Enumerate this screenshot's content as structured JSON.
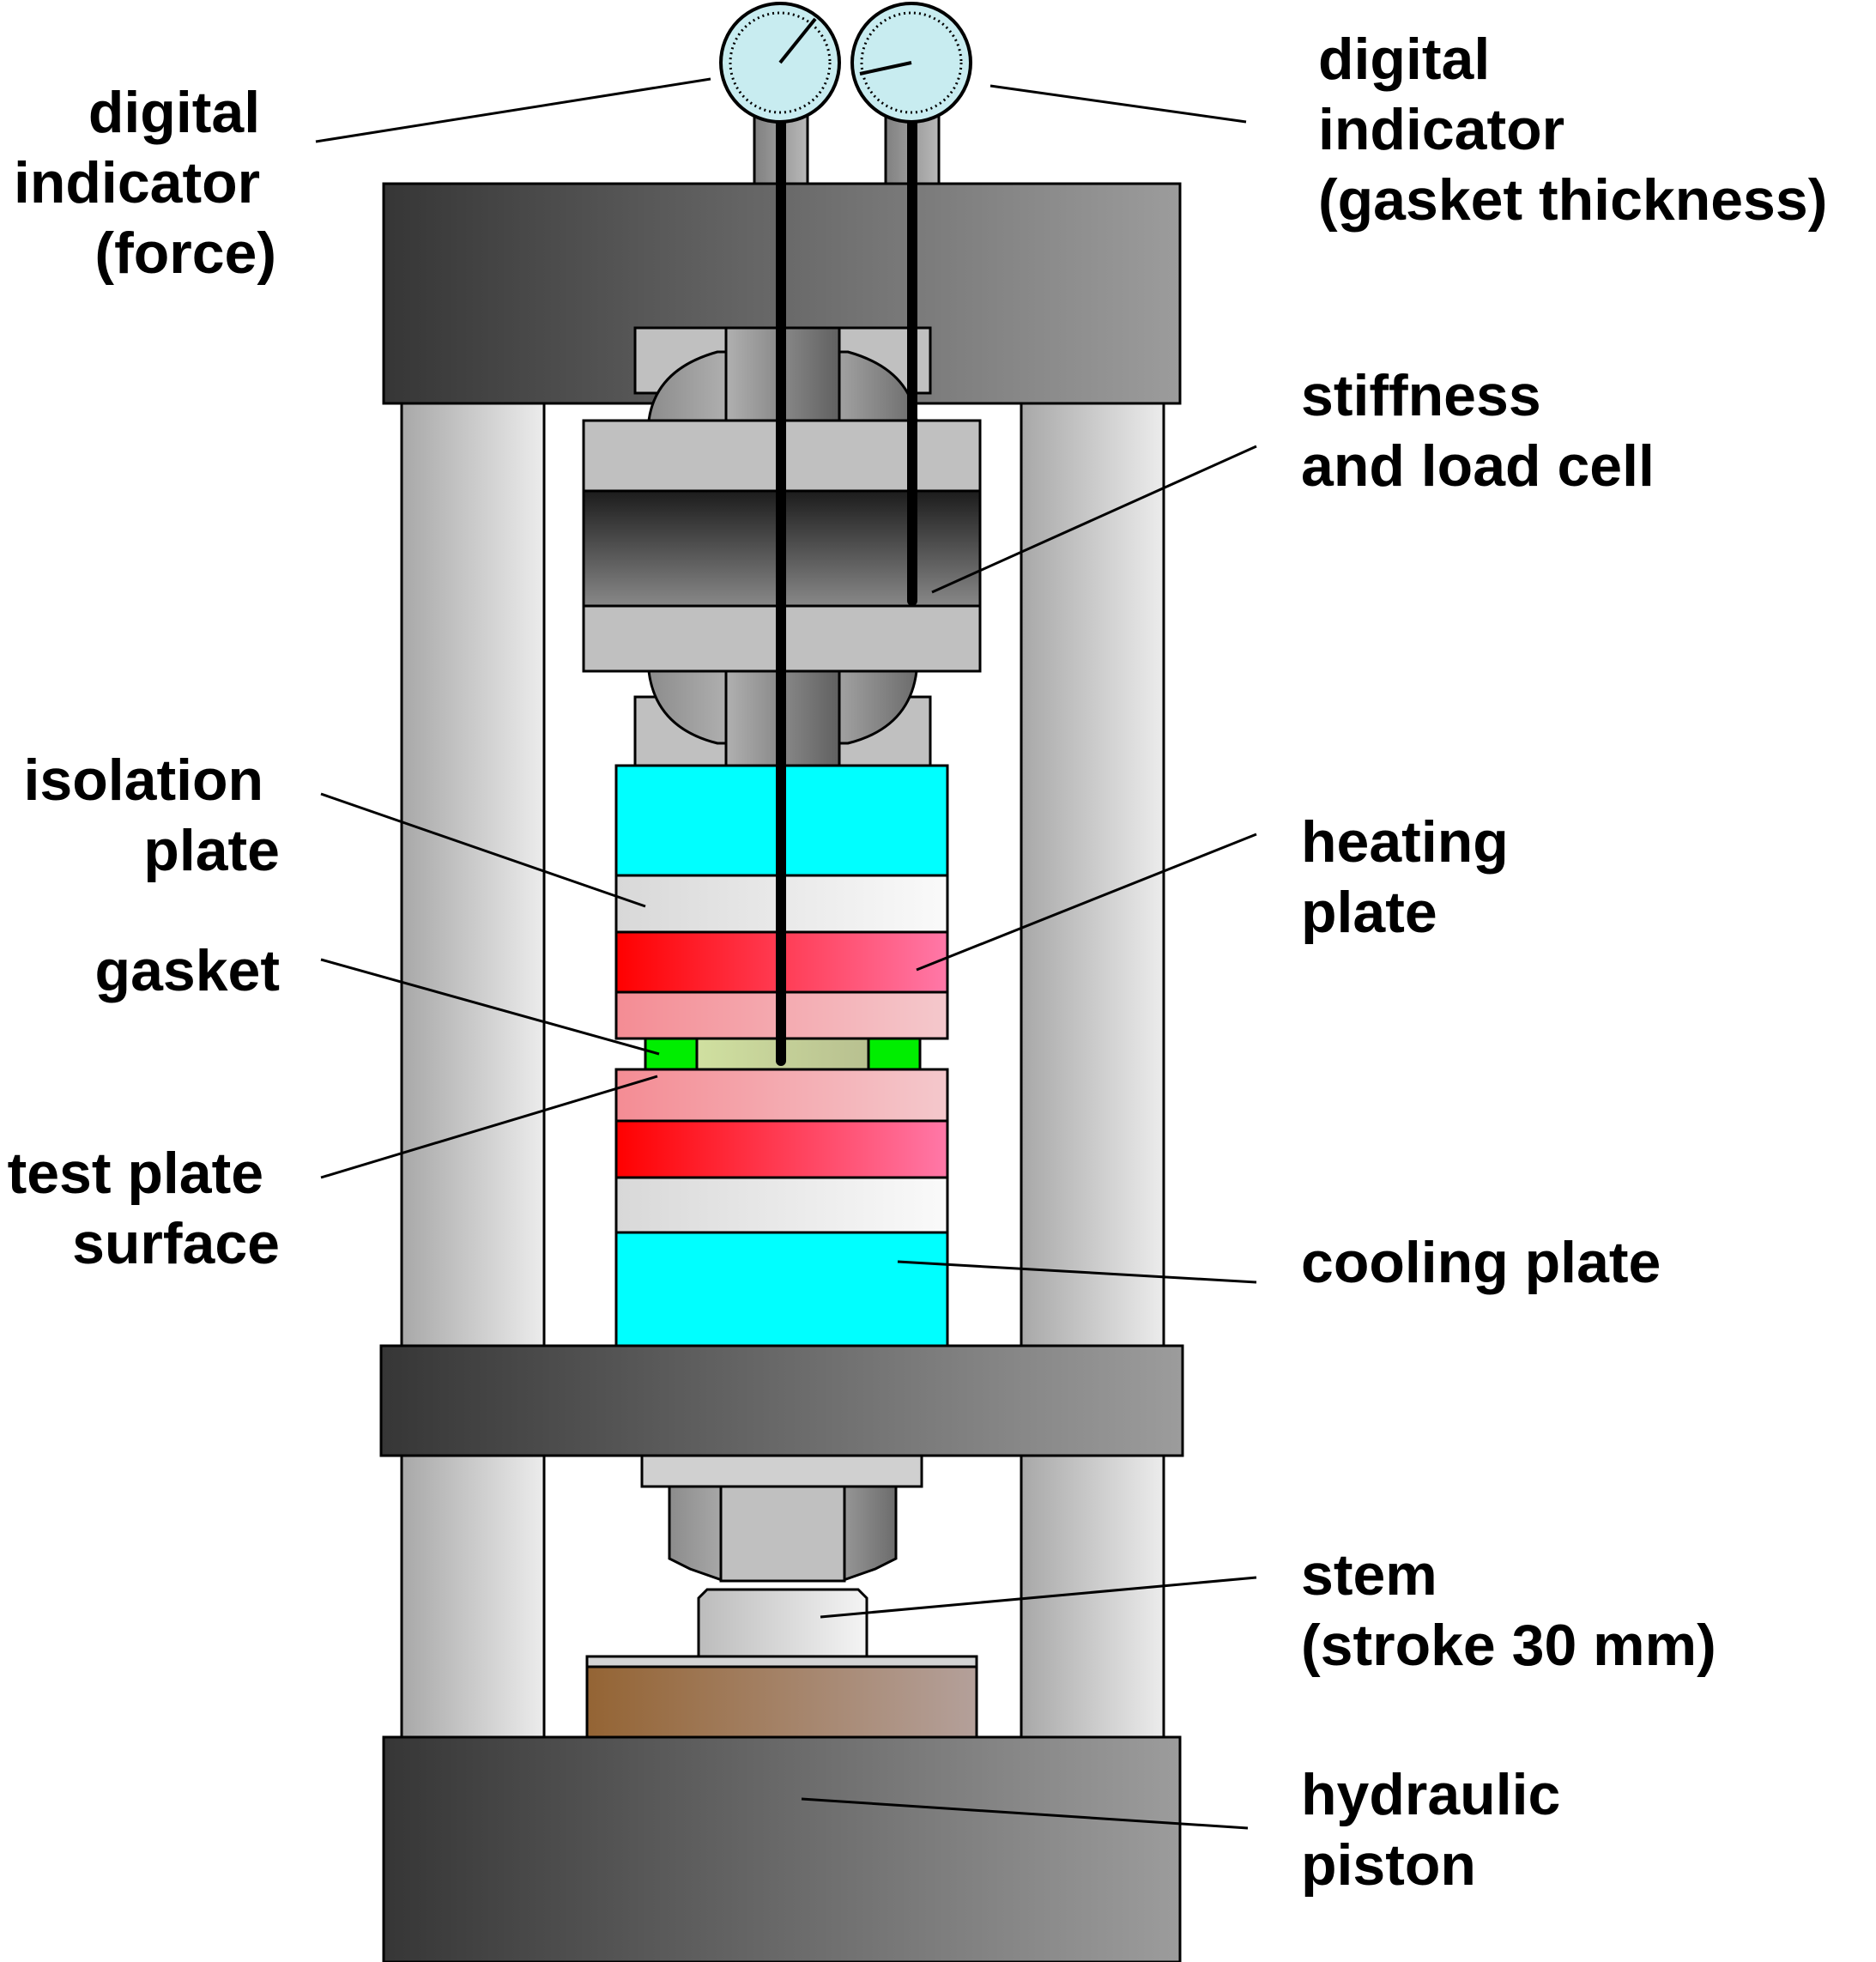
{
  "labels": {
    "force_indicator": [
      "digital",
      "indicator",
      "(force)"
    ],
    "thickness_indicator": [
      "digital",
      "indicator",
      "(gasket thickness)"
    ],
    "load_cell": [
      "stiffness",
      "and load cell"
    ],
    "isolation_plate": [
      "isolation",
      "plate"
    ],
    "heating_plate": [
      "heating",
      "plate"
    ],
    "gasket": [
      "gasket"
    ],
    "test_plate": [
      "test plate",
      "surface"
    ],
    "cooling_plate": [
      "cooling plate"
    ],
    "stem": [
      "stem",
      "(stroke 30 mm)"
    ],
    "piston": [
      "hydraulic",
      "piston"
    ]
  },
  "colors": {
    "frame_dark": "#3a3a3a",
    "frame_light": "#9a9a9a",
    "column": "#c8c8c8",
    "cooling_plate": "#00ffff",
    "isolation_plate": "#e8e8e8",
    "heating_plate": "#ff1a3a",
    "test_plate": "#f4a0a8",
    "gasket_seal": "#00ee00",
    "gasket_body": "#c4d49c",
    "dial_face": "#c8ecf0",
    "piston_body": "#9c7048"
  }
}
